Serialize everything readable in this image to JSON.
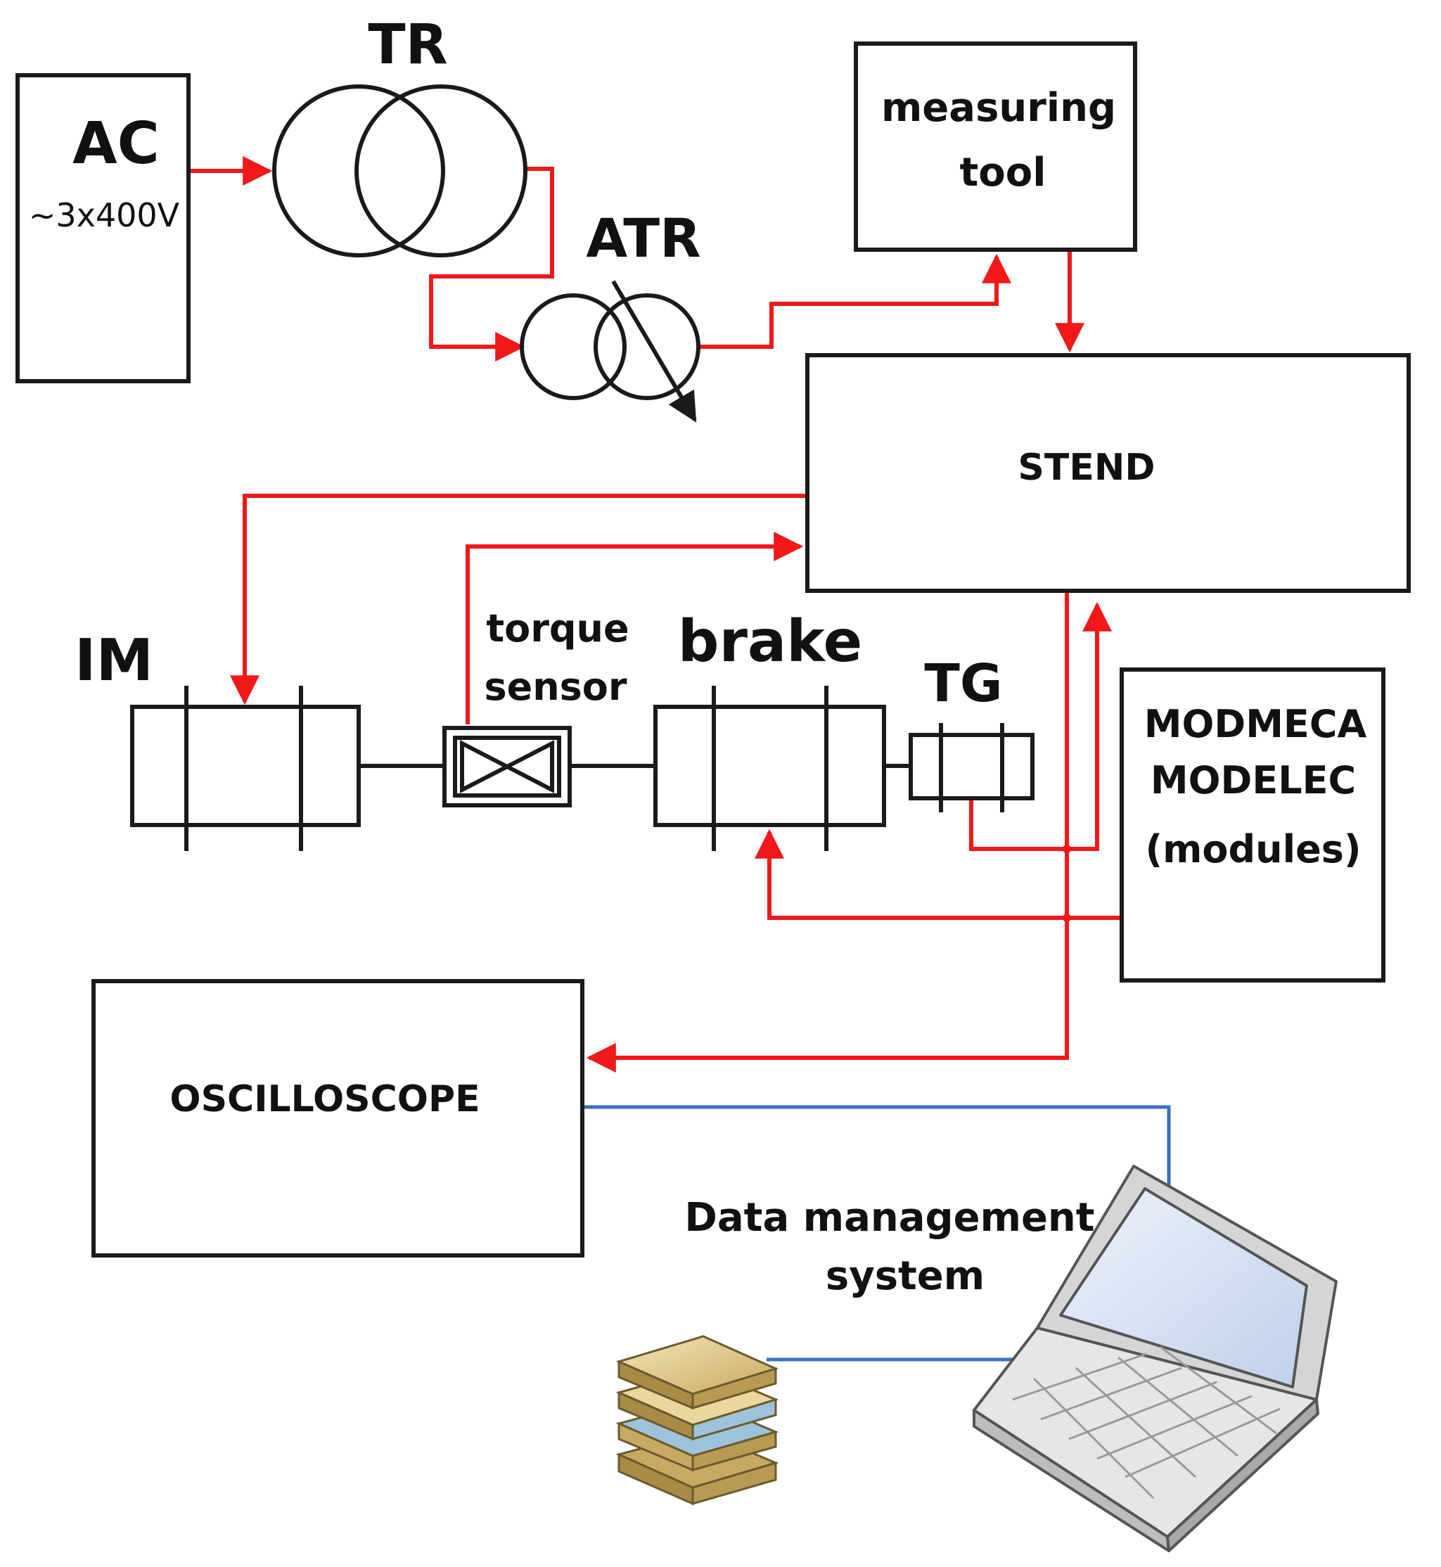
{
  "colors": {
    "power_line": "#f01818",
    "data_line": "#3a6fc4",
    "outline": "#1a1a1a"
  },
  "labels": {
    "ac": "AC",
    "ac_voltage": "~3x400V",
    "tr": "TR",
    "atr": "ATR",
    "measuring_tool_line1": "measuring",
    "measuring_tool_line2": "tool",
    "stend": "STEND",
    "im": "IM",
    "torque_sensor_line1": "torque",
    "torque_sensor_line2": "sensor",
    "brake": "brake",
    "tg": "TG",
    "modules_line1": "MODMECA",
    "modules_line2": "MODELEC",
    "modules_line3": "(modules)",
    "oscilloscope": "OSCILLOSCOPE",
    "data_mgmt_line1": "Data management",
    "data_mgmt_line2": "system"
  },
  "icons": [
    "transformer-icon",
    "autotransformer-icon",
    "torque-sensor-icon",
    "data-stack-icon",
    "laptop-icon"
  ]
}
